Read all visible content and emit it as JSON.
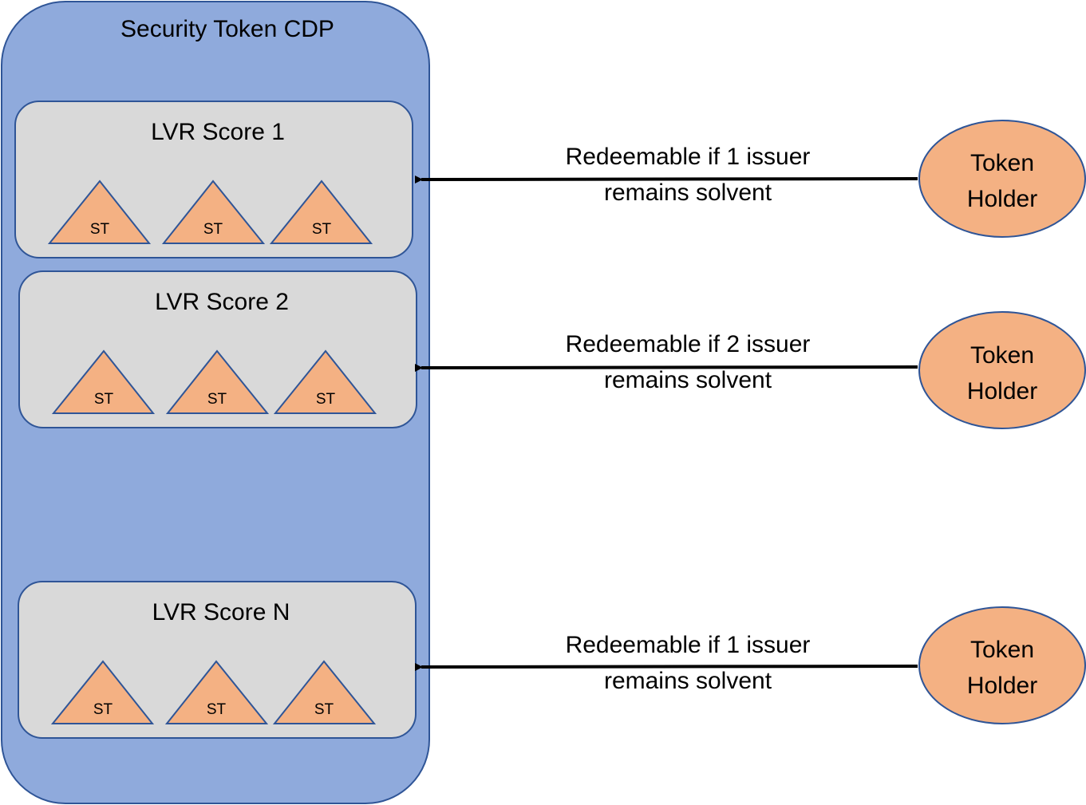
{
  "container": {
    "title": "Security Token CDP"
  },
  "groups": [
    {
      "title": "LVR Score 1",
      "tokens": [
        "ST",
        "ST",
        "ST"
      ]
    },
    {
      "title": "LVR Score 2",
      "tokens": [
        "ST",
        "ST",
        "ST"
      ]
    },
    {
      "title": "LVR Score N",
      "tokens": [
        "ST",
        "ST",
        "ST"
      ]
    }
  ],
  "links": [
    {
      "line1": "Redeemable if 1 issuer",
      "line2": "remains solvent"
    },
    {
      "line1": "Redeemable if 2 issuer",
      "line2": "remains solvent"
    },
    {
      "line1": "Redeemable if 1 issuer",
      "line2": "remains solvent"
    }
  ],
  "holders": [
    {
      "line1": "Token",
      "line2": "Holder"
    },
    {
      "line1": "Token",
      "line2": "Holder"
    },
    {
      "line1": "Token",
      "line2": "Holder"
    }
  ],
  "colors": {
    "container_fill": "#8FAADC",
    "outline": "#2F5597",
    "group_fill": "#D9D9D9",
    "token_fill": "#F4B183"
  }
}
